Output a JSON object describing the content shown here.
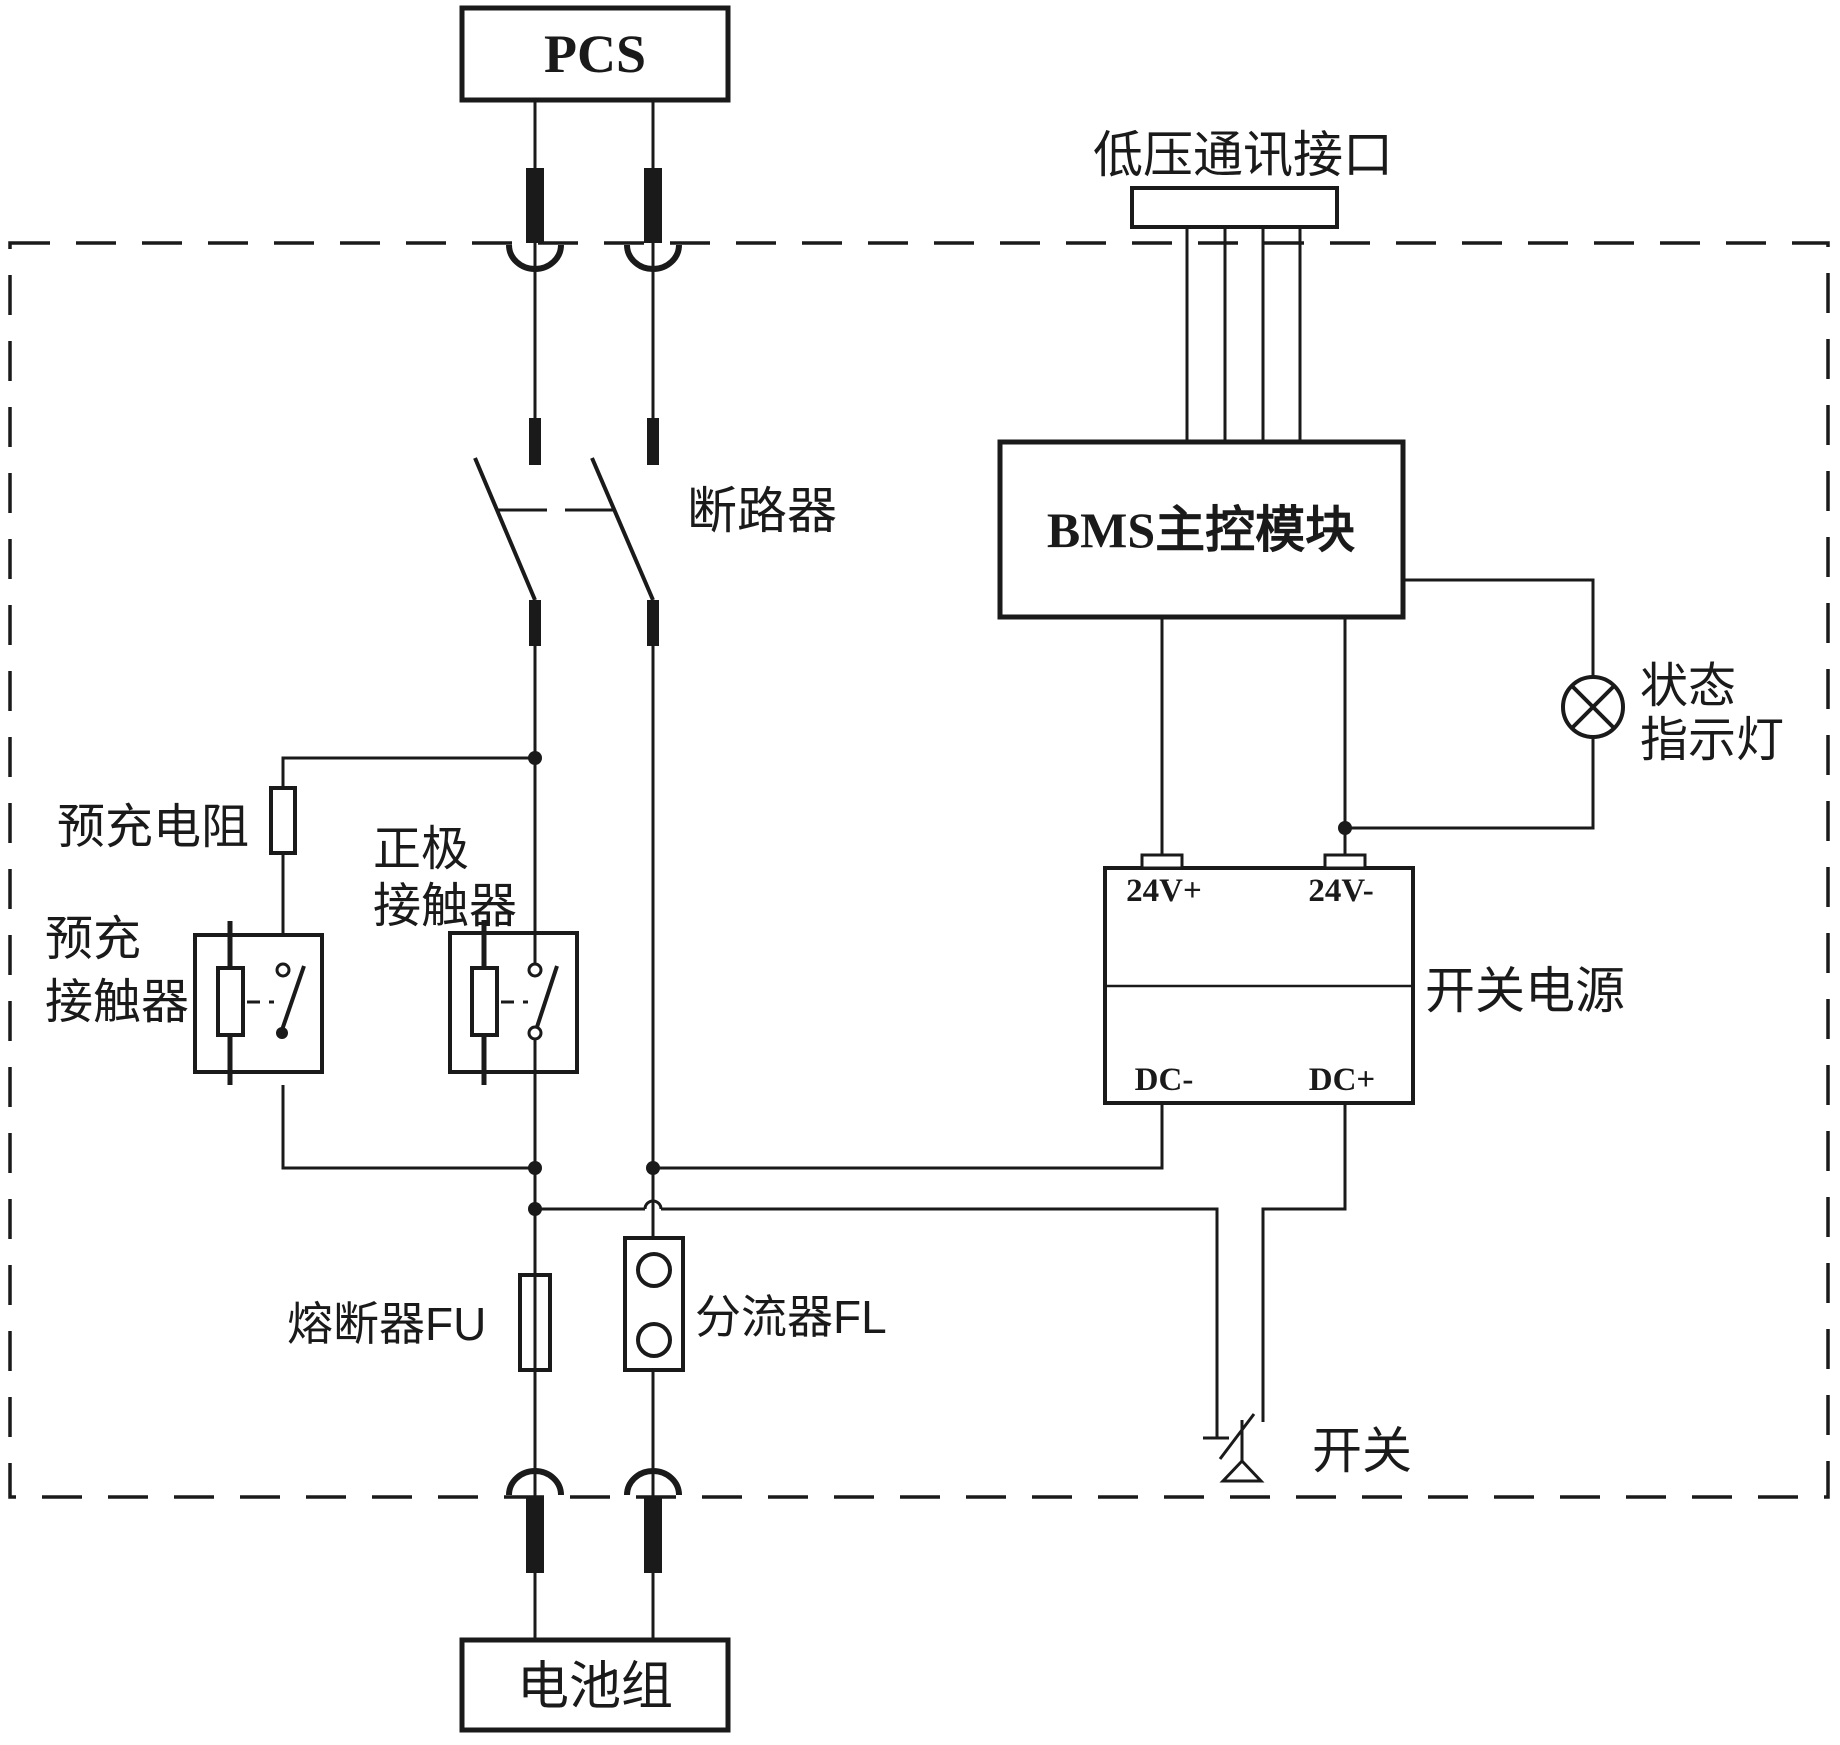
{
  "diagram": {
    "external": {
      "pcs_label": "PCS",
      "comm_interface_label": "低压通讯接口",
      "battery_label": "电池组"
    },
    "enclosure": {
      "bms_label": "BMS主控模块",
      "breaker_label": "断路器",
      "status_lamp": {
        "line1": "状态",
        "line2": "指示灯"
      },
      "precharge_resistor_label": "预充电阻",
      "precharge_contactor": {
        "line1": "预充",
        "line2": "接触器"
      },
      "positive_contactor": {
        "line1": "正极",
        "line2": "接触器"
      },
      "psu": {
        "label": "开关电源",
        "terminal_24v_plus": "24V+",
        "terminal_24v_minus": "24V-",
        "terminal_dc_minus": "DC-",
        "terminal_dc_plus": "DC+"
      },
      "fuse_label": "熔断器FU",
      "shunt_label": "分流器FL",
      "switch_label": "开关"
    },
    "colors": {
      "line": "#1a1a1a",
      "background": "#ffffff"
    }
  }
}
